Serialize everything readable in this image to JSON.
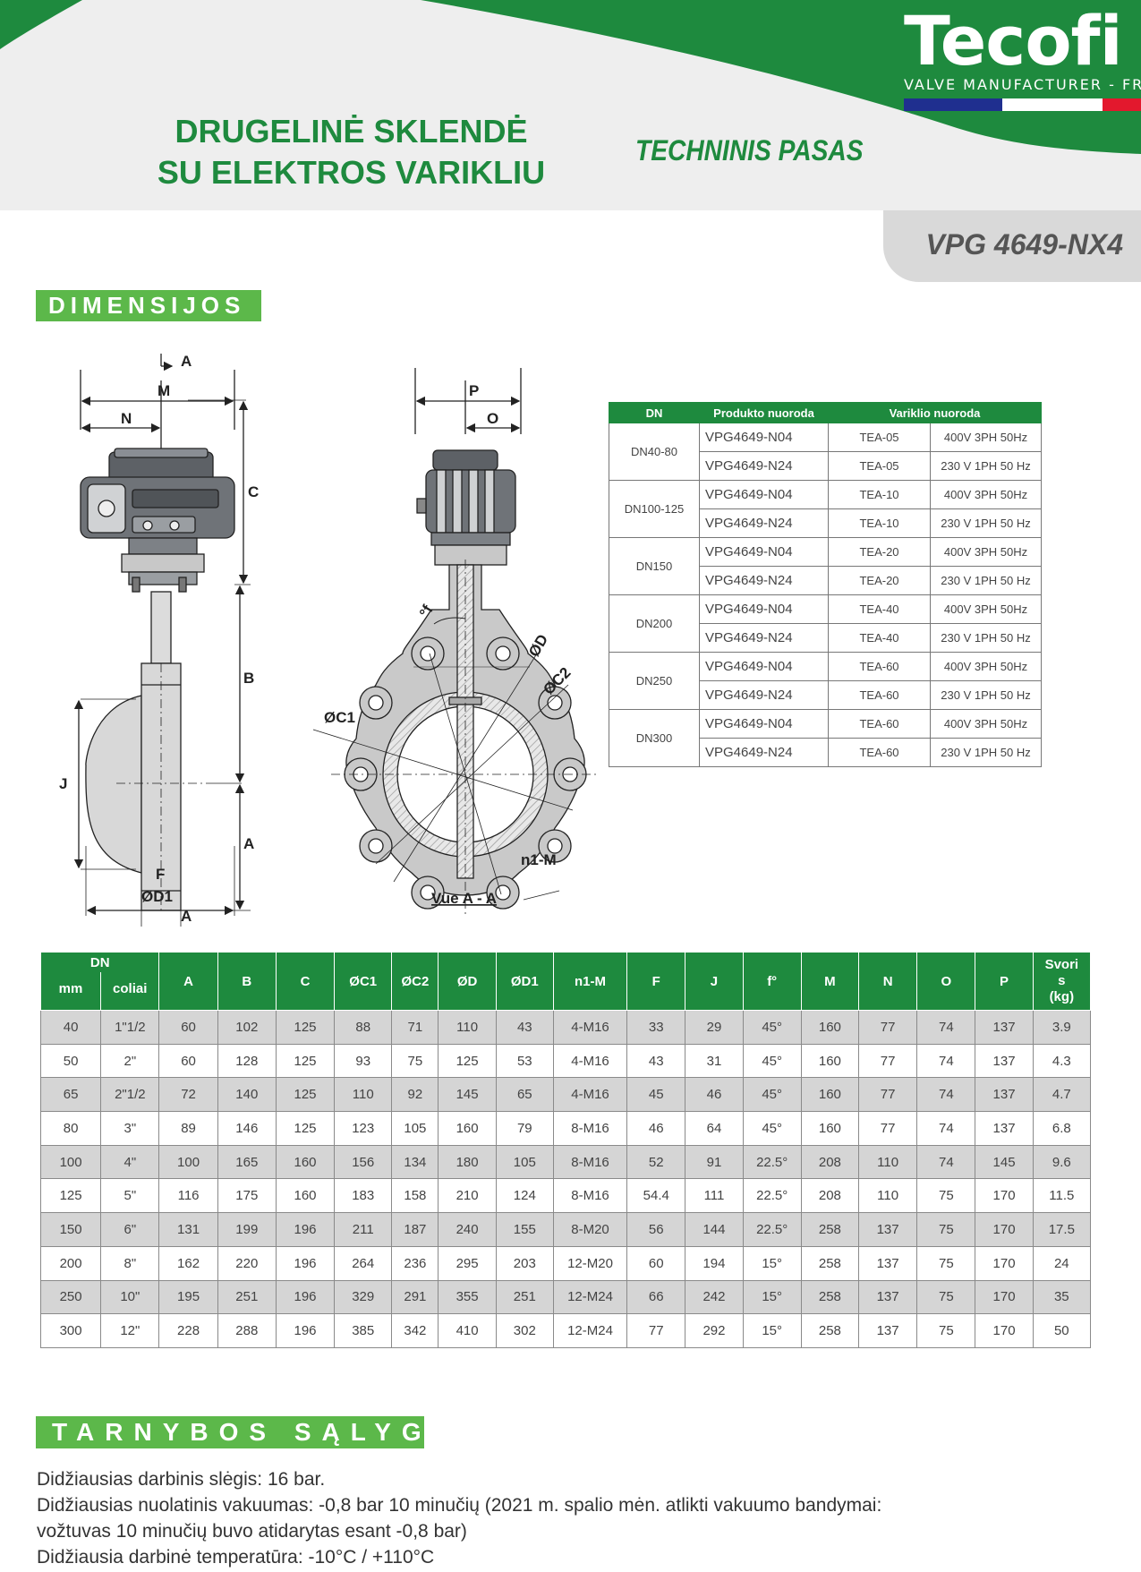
{
  "header": {
    "brand_name": "Tecofi",
    "brand_tagline": "VALVE MANUFACTURER - FRANCE",
    "title_line1": "DRUGELINĖ SKLENDĖ",
    "title_line2": "SU ELEKTROS VARIKLIU",
    "subtitle": "TECHNINIS PASAS",
    "model_code": "VPG 4649-NX4",
    "colors": {
      "brand_green": "#1e8a3e",
      "section_green": "#5cb84a",
      "flag_blue": "#1f2f8f",
      "flag_white": "#ffffff",
      "flag_red": "#e3182d"
    }
  },
  "dimensions_section": {
    "heading": "DIMENSIJOS",
    "drawing_labels": {
      "section_mark": "A",
      "M": "M",
      "N": "N",
      "C": "C",
      "B": "B",
      "A": "A",
      "J": "J",
      "F": "F",
      "D1": "ØD1",
      "P": "P",
      "O": "O",
      "f": "°f",
      "D": "ØD",
      "C2": "ØC2",
      "C1": "ØC1",
      "n1M": "n1-M",
      "view_caption": "Vue A - A"
    }
  },
  "motor_table": {
    "headers": [
      "DN",
      "Produkto nuoroda",
      "Variklio nuoroda"
    ],
    "groups": [
      {
        "dn": "DN40-80",
        "rows": [
          {
            "product": "VPG4649-N04",
            "motor": "TEA-05",
            "voltage": "400V 3PH 50Hz"
          },
          {
            "product": "VPG4649-N24",
            "motor": "TEA-05",
            "voltage": "230 V 1PH 50 Hz"
          }
        ]
      },
      {
        "dn": "DN100-125",
        "rows": [
          {
            "product": "VPG4649-N04",
            "motor": "TEA-10",
            "voltage": "400V 3PH 50Hz"
          },
          {
            "product": "VPG4649-N24",
            "motor": "TEA-10",
            "voltage": "230 V 1PH 50 Hz"
          }
        ]
      },
      {
        "dn": "DN150",
        "rows": [
          {
            "product": "VPG4649-N04",
            "motor": "TEA-20",
            "voltage": "400V 3PH 50Hz"
          },
          {
            "product": "VPG4649-N24",
            "motor": "TEA-20",
            "voltage": "230 V 1PH 50 Hz"
          }
        ]
      },
      {
        "dn": "DN200",
        "rows": [
          {
            "product": "VPG4649-N04",
            "motor": "TEA-40",
            "voltage": "400V 3PH 50Hz"
          },
          {
            "product": "VPG4649-N24",
            "motor": "TEA-40",
            "voltage": "230 V 1PH 50 Hz"
          }
        ]
      },
      {
        "dn": "DN250",
        "rows": [
          {
            "product": "VPG4649-N04",
            "motor": "TEA-60",
            "voltage": "400V 3PH 50Hz"
          },
          {
            "product": "VPG4649-N24",
            "motor": "TEA-60",
            "voltage": "230 V 1PH 50 Hz"
          }
        ]
      },
      {
        "dn": "DN300",
        "rows": [
          {
            "product": "VPG4649-N04",
            "motor": "TEA-60",
            "voltage": "400V 3PH 50Hz"
          },
          {
            "product": "VPG4649-N24",
            "motor": "TEA-60",
            "voltage": "230 V 1PH 50 Hz"
          }
        ]
      }
    ]
  },
  "dimension_table": {
    "dn_header": "DN",
    "mm_header": "mm",
    "inch_header": "coliai",
    "headers": [
      "A",
      "B",
      "C",
      "ØC1",
      "ØC2",
      "ØD",
      "ØD1",
      "n1-M",
      "F",
      "J",
      "f°",
      "M",
      "N",
      "O",
      "P"
    ],
    "weight_header_line1": "Svori",
    "weight_header_line2": "s",
    "weight_header_line3": "(kg)",
    "rows": [
      [
        "40",
        "1\"1/2",
        "60",
        "102",
        "125",
        "88",
        "71",
        "110",
        "43",
        "4-M16",
        "33",
        "29",
        "45°",
        "160",
        "77",
        "74",
        "137",
        "3.9"
      ],
      [
        "50",
        "2\"",
        "60",
        "128",
        "125",
        "93",
        "75",
        "125",
        "53",
        "4-M16",
        "43",
        "31",
        "45°",
        "160",
        "77",
        "74",
        "137",
        "4.3"
      ],
      [
        "65",
        "2\"1/2",
        "72",
        "140",
        "125",
        "110",
        "92",
        "145",
        "65",
        "4-M16",
        "45",
        "46",
        "45°",
        "160",
        "77",
        "74",
        "137",
        "4.7"
      ],
      [
        "80",
        "3\"",
        "89",
        "146",
        "125",
        "123",
        "105",
        "160",
        "79",
        "8-M16",
        "46",
        "64",
        "45°",
        "160",
        "77",
        "74",
        "137",
        "6.8"
      ],
      [
        "100",
        "4\"",
        "100",
        "165",
        "160",
        "156",
        "134",
        "180",
        "105",
        "8-M16",
        "52",
        "91",
        "22.5°",
        "208",
        "110",
        "74",
        "145",
        "9.6"
      ],
      [
        "125",
        "5\"",
        "116",
        "175",
        "160",
        "183",
        "158",
        "210",
        "124",
        "8-M16",
        "54.4",
        "111",
        "22.5°",
        "208",
        "110",
        "75",
        "170",
        "11.5"
      ],
      [
        "150",
        "6\"",
        "131",
        "199",
        "196",
        "211",
        "187",
        "240",
        "155",
        "8-M20",
        "56",
        "144",
        "22.5°",
        "258",
        "137",
        "75",
        "170",
        "17.5"
      ],
      [
        "200",
        "8\"",
        "162",
        "220",
        "196",
        "264",
        "236",
        "295",
        "203",
        "12-M20",
        "60",
        "194",
        "15°",
        "258",
        "137",
        "75",
        "170",
        "24"
      ],
      [
        "250",
        "10\"",
        "195",
        "251",
        "196",
        "329",
        "291",
        "355",
        "251",
        "12-M24",
        "66",
        "242",
        "15°",
        "258",
        "137",
        "75",
        "170",
        "35"
      ],
      [
        "300",
        "12\"",
        "228",
        "288",
        "196",
        "385",
        "342",
        "410",
        "302",
        "12-M24",
        "77",
        "292",
        "15°",
        "258",
        "137",
        "75",
        "170",
        "50"
      ]
    ]
  },
  "service_conditions": {
    "heading": "TARNYBOS SĄLYGOS",
    "lines": [
      "Didžiausias darbinis slėgis: 16 bar.",
      "Didžiausias nuolatinis vakuumas: -0,8 bar 10 minučių (2021 m. spalio mėn. atlikti vakuumo bandymai:",
      "vožtuvas 10 minučių buvo atidarytas esant -0,8 bar)",
      "Didžiausia darbinė temperatūra: -10°C / +110°C"
    ]
  }
}
